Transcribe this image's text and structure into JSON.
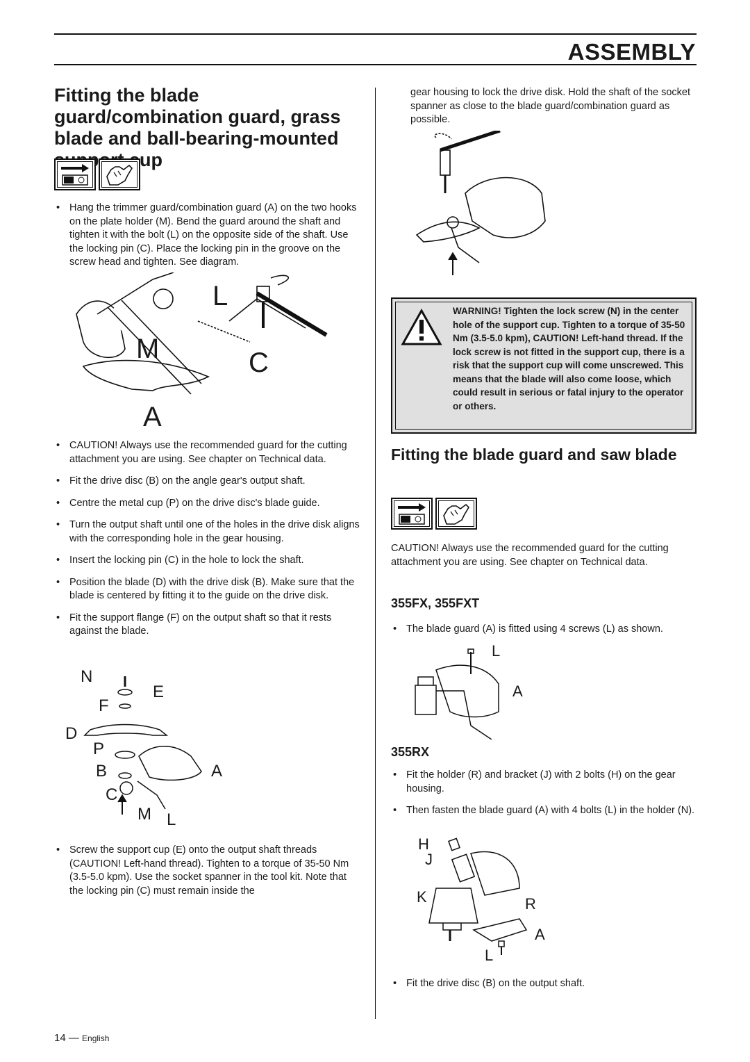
{
  "header": {
    "section_title": "ASSEMBLY"
  },
  "left": {
    "heading": "Fitting the blade guard/combination guard, grass blade and ball-bearing-mounted support cup",
    "bullets_1": [
      "Hang the trimmer guard/combination guard (A) on the two hooks on the plate holder (M). Bend the guard around the shaft and tighten it with the bolt (L) on the opposite side of the shaft. Use the locking pin (C). Place the locking pin in the groove on the screw head and tighten. See diagram."
    ],
    "figure1_labels": {
      "l": "L",
      "m": "M",
      "c": "C",
      "a": "A"
    },
    "bullets_2": [
      " CAUTION! Always use the recommended guard for the cutting attachment you are using. See chapter on Technical data.",
      "Fit the drive disc (B) on the angle gear's output shaft.",
      "Centre the metal cup (P) on the drive disc's blade guide.",
      "Turn the output shaft until one of the holes in the drive disk aligns with the corresponding hole in the gear housing.",
      "Insert the locking pin (C) in the hole to lock the shaft.",
      "Position the blade (D) with the drive disk (B). Make sure that the blade is centered by fitting it to the guide on the drive disk.",
      "Fit the support flange (F) on the output shaft so that it rests against the blade."
    ],
    "figure2_labels": {
      "n": "N",
      "e": "E",
      "f": "F",
      "d": "D",
      "p": "P",
      "b": "B",
      "a": "A",
      "c": "C",
      "m": "M",
      "l": "L"
    },
    "bullets_3": [
      "Screw the support cup (E) onto the output shaft threads (CAUTION! Left-hand thread). Tighten to a torque of 35-50 Nm (3.5-5.0 kpm). Use the socket spanner in the tool kit. Note that the locking pin (C) must remain inside the"
    ]
  },
  "right": {
    "continuation": "gear housing to lock the drive disk. Hold the shaft of the socket spanner as close to the blade guard/combination guard as possible.",
    "warning": "WARNING! Tighten the lock screw (N) in the center hole of the support cup. Tighten to a torque of 35-50 Nm (3.5-5.0 kpm), CAUTION! Left-hand thread. If the lock screw is not fitted in the support cup, there is a risk that the support cup will come unscrewed. This means that the blade will also come loose, which could result in serious or fatal injury to the operator or others.",
    "heading2": "Fitting the blade guard and saw blade",
    "caution": "CAUTION! Always use the recommended guard for the cutting attachment you are using. See chapter on Technical data.",
    "sub_355fx": "355FX, 355FXT",
    "bullet_355fx": "The blade guard (A) is fitted using 4 screws (L) as shown.",
    "fig3_labels": {
      "l": "L",
      "a": "A"
    },
    "sub_355rx": "355RX",
    "bullets_355rx": [
      "Fit the holder (R) and bracket (J) with 2 bolts (H) on the gear housing.",
      "Then fasten the blade guard (A) with 4 bolts (L) in the holder (N)."
    ],
    "fig4_labels": {
      "h": "H",
      "j": "J",
      "k": "K",
      "r": "R",
      "a": "A",
      "l": "L"
    },
    "bullet_last": "Fit the drive disc (B) on the output shaft."
  },
  "footer": {
    "page": "14",
    "dash": "—",
    "language": "English"
  }
}
